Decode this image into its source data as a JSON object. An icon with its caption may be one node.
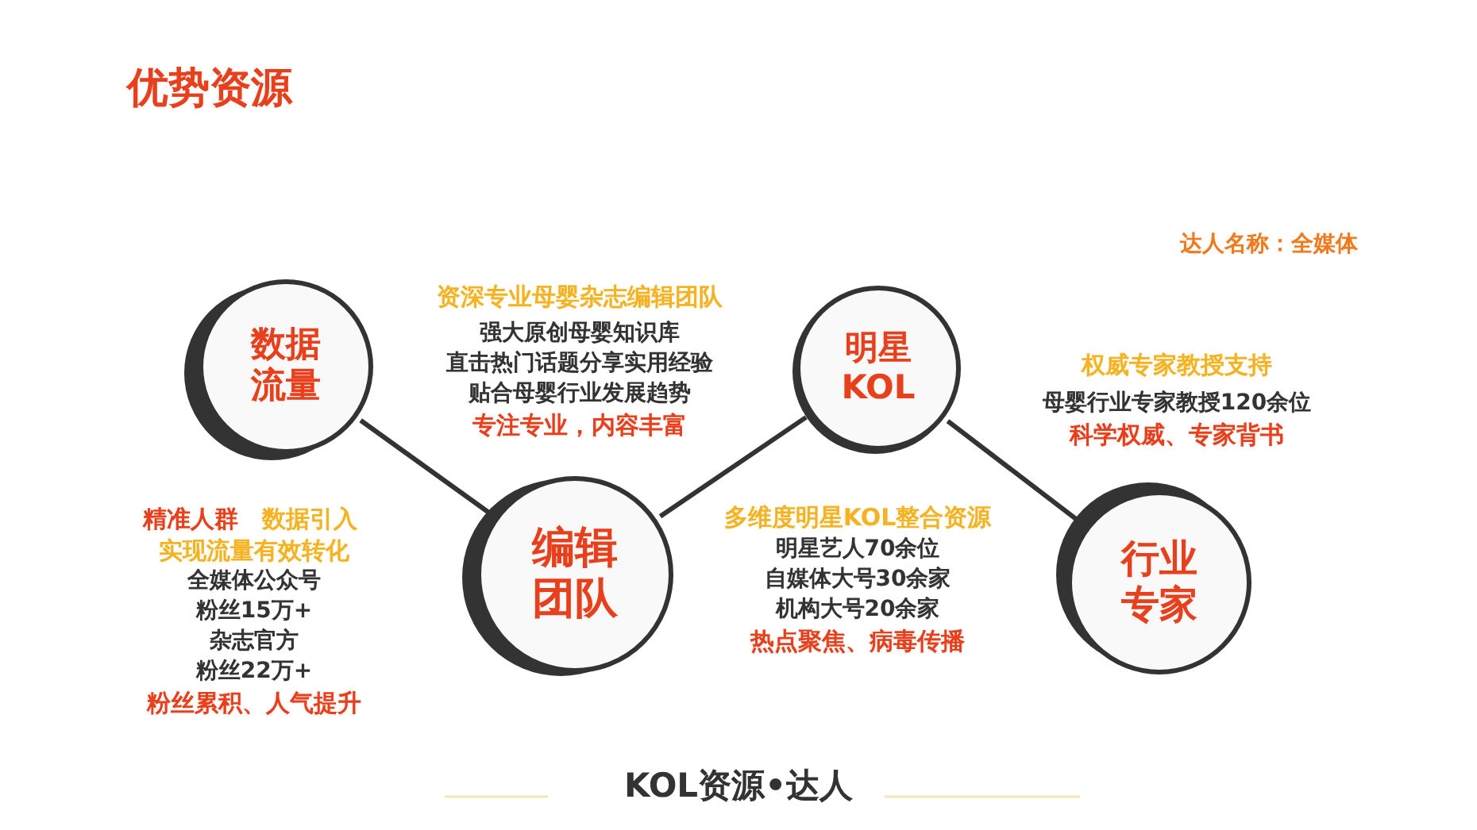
{
  "diagram": {
    "title": "优势资源",
    "nodes": [
      {
        "text": [
          "数据流量"
        ]
      },
      {
        "text": [
          "编辑团队"
        ]
      },
      {
        "text": [
          "明星KOL"
        ]
      },
      {
        "text": [
          "行业专家"
        ]
      }
    ],
    "edges": [
      {
        "from": 0,
        "to": 1,
        "arrow": "none"
      },
      {
        "from": 1,
        "to": 2,
        "arrow": "none"
      },
      {
        "from": 2,
        "to": 3,
        "arrow": "none"
      }
    ],
    "labels": [
      "达人名称：全媒体",
      "资深专业母婴杂志编辑团队",
      "强大原创母婴知识库",
      "直击热门话题分享实用经验",
      "贴合母婴行业发展趋势",
      "专注专业，内容丰富",
      "权威专家教授支持",
      "母婴行业专家教授120余位",
      "科学权威、专家背书",
      "精准人群",
      "数据引入",
      "实现流量有效转化",
      "全媒体公众号",
      "粉丝15万+",
      "杂志官方",
      "粉丝22万+",
      "粉丝累积、人气提升",
      "多维度明星KOL整合资源",
      "明星艺人70余位",
      "自媒体大号30余家",
      "机构大号20余家",
      "热点聚焦、病毒传播"
    ],
    "caption": "KOL资源•达人"
  }
}
